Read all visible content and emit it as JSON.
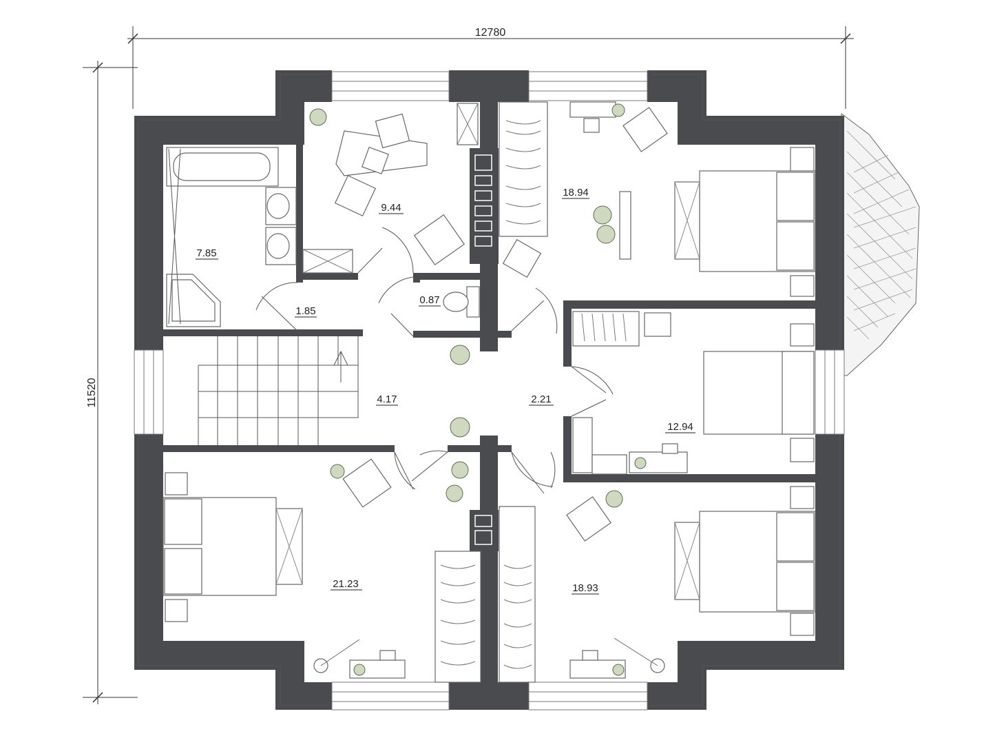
{
  "dimensions": {
    "width": "12780",
    "height": "11520"
  },
  "rooms": [
    {
      "id": "bathroom",
      "area": "7.85"
    },
    {
      "id": "study",
      "area": "9.44"
    },
    {
      "id": "bedroom-ne",
      "area": "18.94"
    },
    {
      "id": "vestibule",
      "area": "1.85"
    },
    {
      "id": "wc",
      "area": "0.87"
    },
    {
      "id": "stair-hall",
      "area": "4.17"
    },
    {
      "id": "hall",
      "area": "2.21"
    },
    {
      "id": "bedroom-e",
      "area": "12.94"
    },
    {
      "id": "bedroom-sw",
      "area": "21.23"
    },
    {
      "id": "bedroom-se",
      "area": "18.93"
    }
  ],
  "colors": {
    "wall": "#4a4b4f",
    "line": "#555555",
    "background": "#ffffff"
  }
}
